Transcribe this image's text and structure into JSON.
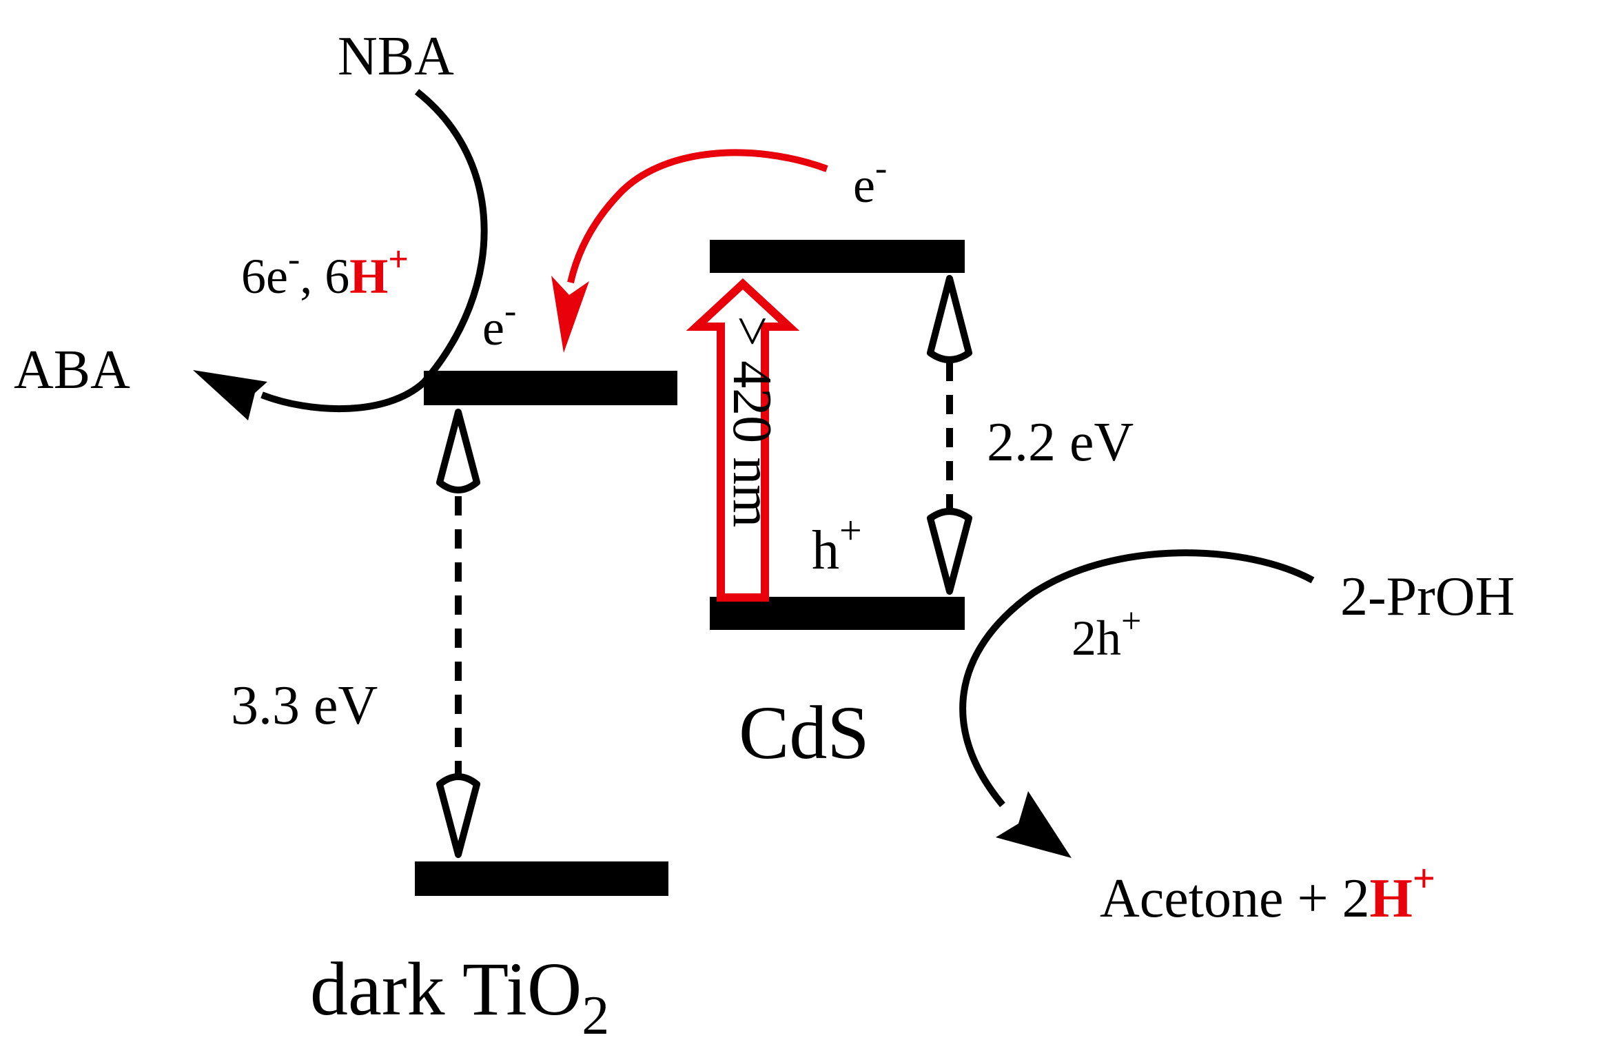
{
  "colors": {
    "ink": "#000000",
    "accent": "#e8000b",
    "background": "#ffffff"
  },
  "labels": {
    "nba": "NBA",
    "aba": "ABA",
    "six_e": "6e",
    "minus": "-",
    "comma_six": ", 6",
    "h": "H",
    "plus": "+",
    "e": "e",
    "h_lower": "h",
    "gap_cds": "2.2 eV",
    "gap_tio2": "3.3 eV",
    "wavelength": "> 420 nm",
    "cds": "CdS",
    "dark_tio2": "dark TiO",
    "subscript_2": "2",
    "two_h": "2h",
    "proh": "2-PrOH",
    "acetone": "Acetone + 2"
  }
}
